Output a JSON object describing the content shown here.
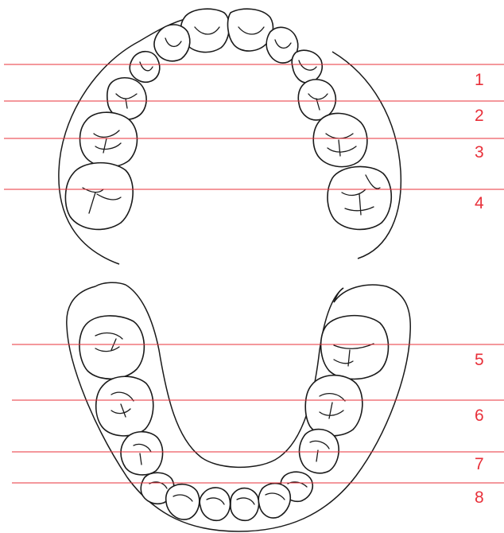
{
  "diagram": {
    "upper_lines": [
      {
        "label": "1"
      },
      {
        "label": "2"
      },
      {
        "label": "3"
      },
      {
        "label": "4"
      }
    ],
    "lower_lines": [
      {
        "label": "5"
      },
      {
        "label": "6"
      },
      {
        "label": "7"
      },
      {
        "label": "8"
      }
    ],
    "colors": {
      "line": "#e8303a",
      "outline": "#1a1a1a",
      "background": "#ffffff"
    }
  }
}
